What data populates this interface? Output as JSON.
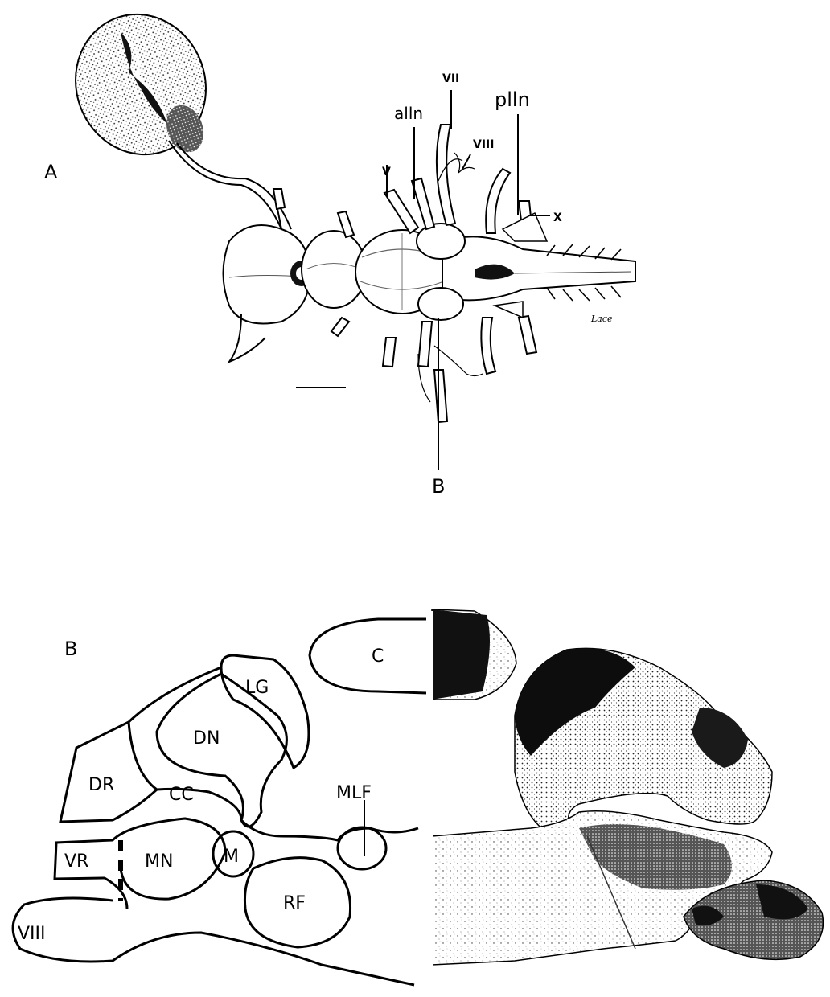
{
  "panelA": {
    "panel_label": "A",
    "labels": {
      "v": "V",
      "alln": "alln",
      "vii": "VII",
      "viii": "VIII",
      "plln": "plln",
      "x": "X",
      "b_marker": "B",
      "signature": "Lace"
    }
  },
  "panelB": {
    "panel_label": "B",
    "regions": {
      "c": "C",
      "lg": "LG",
      "dn": "DN",
      "dr": "DR",
      "cc": "CC",
      "mlf": "MLF",
      "vr": "VR",
      "mn": "MN",
      "m": "M",
      "rf": "RF",
      "viii": "VIII"
    }
  }
}
